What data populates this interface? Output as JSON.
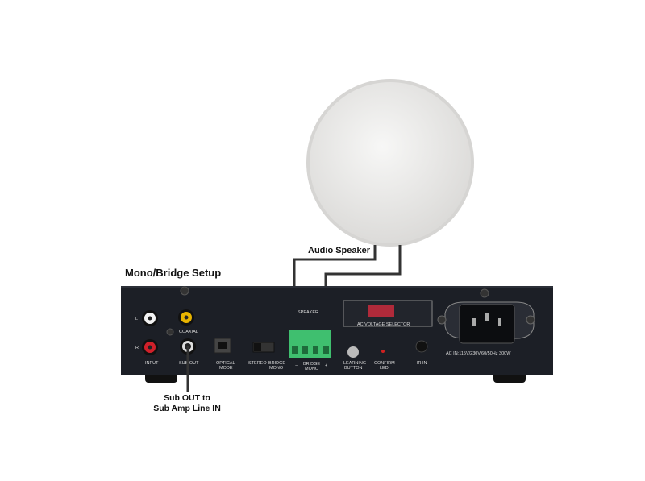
{
  "diagram": {
    "title": "Mono/Bridge Setup",
    "speaker_label": "Audio Speaker",
    "sub_note_line1": "Sub OUT to",
    "sub_note_line2": "Sub Amp Line IN",
    "panel_labels": {
      "l": "L",
      "r": "R",
      "input": "INPUT",
      "coaxial": "COAXIAL",
      "sub_out": "SUB OUT",
      "optical_1": "OPTICAL",
      "optical_2": "MODE",
      "stereo": "STEREO",
      "bridge_1": "BRIDGE",
      "bridge_2": "MONO",
      "speaker": "SPEAKER",
      "minus": "−",
      "plus": "+",
      "terminal_bridge_1": "BRIDGE",
      "terminal_bridge_2": "MONO",
      "learning_1": "LEARNING",
      "learning_2": "BUTTON",
      "confirm_1": "CONFIRM",
      "confirm_2": "LED",
      "ir_in": "IR IN",
      "voltage_selector": "AC VOLTAGE SELECTOR",
      "ac_in": "AC IN:115V/230V,60/50Hz 300W"
    },
    "colors": {
      "chassis": "#1c1f26",
      "terminal": "#3fbf6f",
      "rca_white": "#f2f2f2",
      "rca_yellow": "#e8b400",
      "rca_red": "#d0202a",
      "speaker_grille": "#ecebea",
      "wire": "#333333"
    }
  }
}
